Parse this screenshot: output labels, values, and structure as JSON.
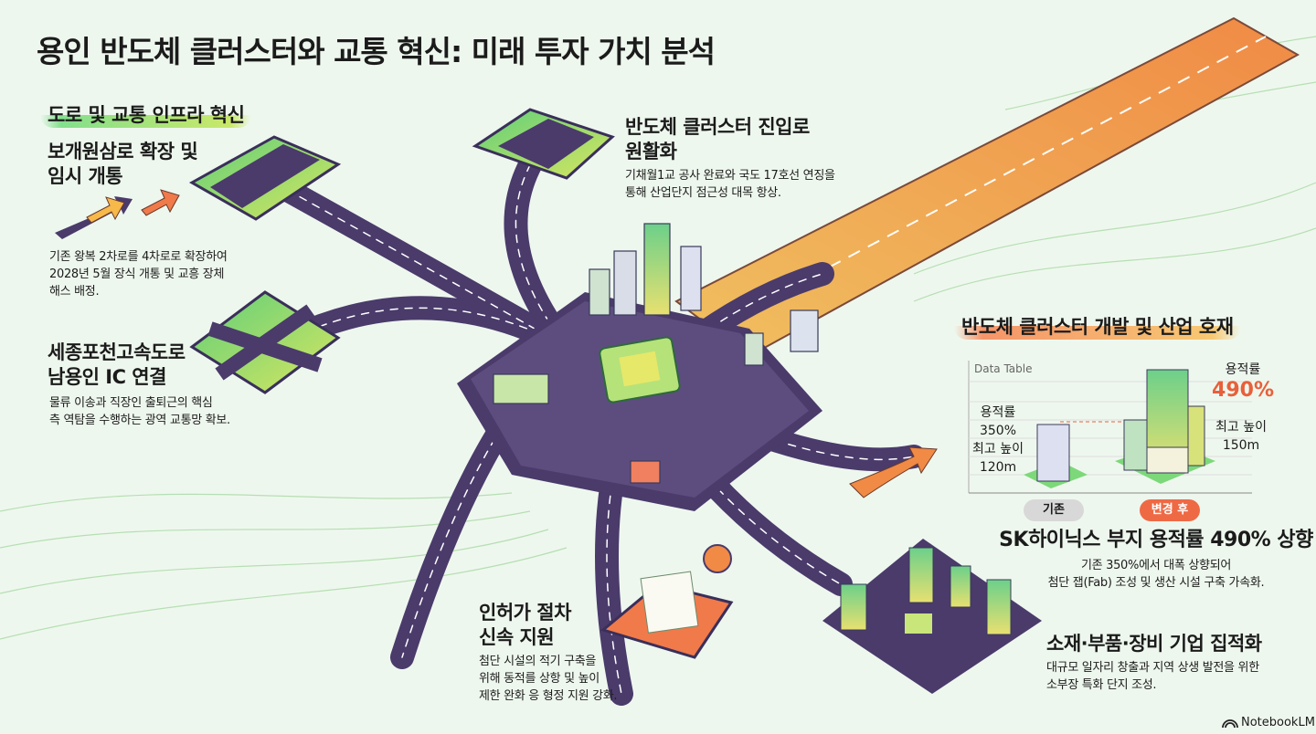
{
  "title": "용인 반도체 클러스터와 교통 혁신: 미래 투자 가치 분석",
  "transport_section": {
    "header": "도로 및 교통 인프라 혁신",
    "items": [
      {
        "title_line1": "보개원삼로 확장 및",
        "title_line2": "임시 개통",
        "desc_line1": "기존 왕복 2차로를 4차로로 확장하여",
        "desc_line2": "2028년 5월 장식 개통 및 교흥 장체",
        "desc_line3": "해스 배정."
      },
      {
        "title_line1": "세종포천고속도로",
        "title_line2": "남용인 IC 연결",
        "desc_line1": "물류 이송과 직장인 출퇴근의 핵심",
        "desc_line2": "측 역탐을 수행하는 광역 교통망 확보."
      },
      {
        "title_line1": "반도체 클러스터 진입로",
        "title_line2": "원활화",
        "desc_line1": "기채월1교 공사 완료와 국도 17호선 연징을",
        "desc_line2": "통해 산업단지 점근성 대목 항상."
      },
      {
        "title_line1": "인허가 절차",
        "title_line2": "신속 지원",
        "desc_line1": "첨단 시설의 적기 구축을",
        "desc_line2": "위해 동적를 상항 및 높이",
        "desc_line3": "제한 완화 응 형정 지원 강화."
      }
    ]
  },
  "industry_section": {
    "header": "반도체 클러스터 개발 및 산업 호재",
    "data_table": {
      "label": "Data Table",
      "before": {
        "far_label": "용적률",
        "far_value": "350%",
        "height_label": "최고 높이",
        "height_value": "120m",
        "tag": "기존"
      },
      "after": {
        "far_label": "용적률",
        "far_value": "490%",
        "height_label": "최고 높이",
        "height_value": "150m",
        "tag": "변경 후"
      }
    },
    "sk": {
      "title": "SK하이닉스 부지 용적률 490% 상향",
      "desc_line1": "기존 350%에서 대폭 상향되어",
      "desc_line2": "첨단 잽(Fab) 조성 및 생산 시설 구축 가속화."
    },
    "parts": {
      "title": "소재·부품·장비 기업 집적화",
      "desc_line1": "대규모 일자리 창출과 지역 상생 발전을 위한",
      "desc_line2": "소부장 특화 단지 조성."
    }
  },
  "watermark": "NotebookLM",
  "colors": {
    "road": "#4a3b6b",
    "green": "#7dd87a",
    "orange": "#f28a4a",
    "accent_red": "#e8603a",
    "background": "#eef7ee"
  }
}
